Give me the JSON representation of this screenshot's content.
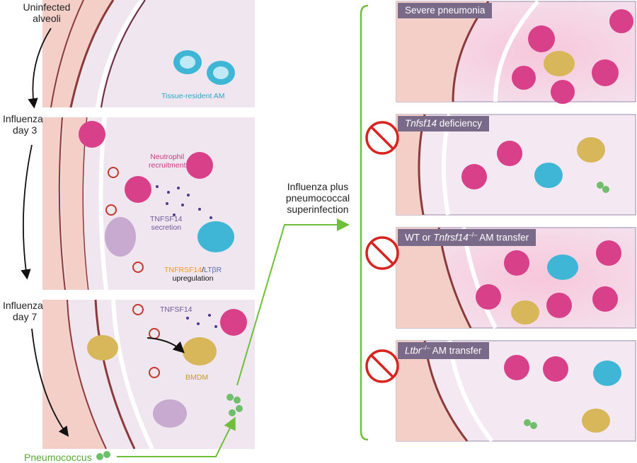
{
  "colors": {
    "vessel_wall": "#f3cfc7",
    "vessel_border": "#8a3a3a",
    "alveolar_space": "#f0e6f0",
    "inflamed_space": "#f6d9e6",
    "panel_border": "#9a8aaa",
    "title_bg": "#7a6a8a",
    "neutrophil": "#d9408a",
    "alveolar_macrophage": "#3fb6d6",
    "bmdm": "#d8b75a",
    "virus": "#c0392b",
    "pneumococcus": "#6fbf6a",
    "tnfsf14_dots": "#4a3a8a",
    "receptor_orange": "#f0962a",
    "receptor_blue": "#5a6fb0",
    "arrow_green": "#6fbf3a",
    "no_sign_red": "#d9231e"
  },
  "left": {
    "stages": [
      {
        "line1": "Uninfected",
        "line2": "alveoli"
      },
      {
        "line1": "Influenza",
        "line2": "day 3"
      },
      {
        "line1": "Influenza",
        "line2": "day 7"
      }
    ],
    "annotations": {
      "tissue_resident_am": "Tissue-resident AM",
      "neutrophil_recruitment_1": "Neutrophil",
      "neutrophil_recruitment_2": "recruitment",
      "tnfsf14_secretion_1": "TNFSF14",
      "tnfsf14_secretion_2": "secretion",
      "receptor_a": "TNFRSF14",
      "receptor_sep": "/",
      "receptor_b": "LTβR",
      "upregulation": "upregulation",
      "tnfsf14": "TNFSF14",
      "bmdm": "BMDM"
    },
    "pneumococcus_label": "Pneumococcus"
  },
  "middle": {
    "line1": "Influenza plus",
    "line2": "pneumococcal",
    "line3": "superinfection"
  },
  "right": {
    "panels": [
      {
        "title_pre": "Severe pneumonia",
        "title_italic": "",
        "title_post": ""
      },
      {
        "title_pre": "",
        "title_italic": "Tnfsf14",
        "title_post": " deficiency"
      },
      {
        "title_pre": "WT or ",
        "title_italic": "Tnfrsf14",
        "title_sup": "–/–",
        "title_post": " AM transfer"
      },
      {
        "title_pre": "",
        "title_italic": "Ltbr",
        "title_sup": "–/–",
        "title_post": " AM transfer"
      }
    ]
  }
}
